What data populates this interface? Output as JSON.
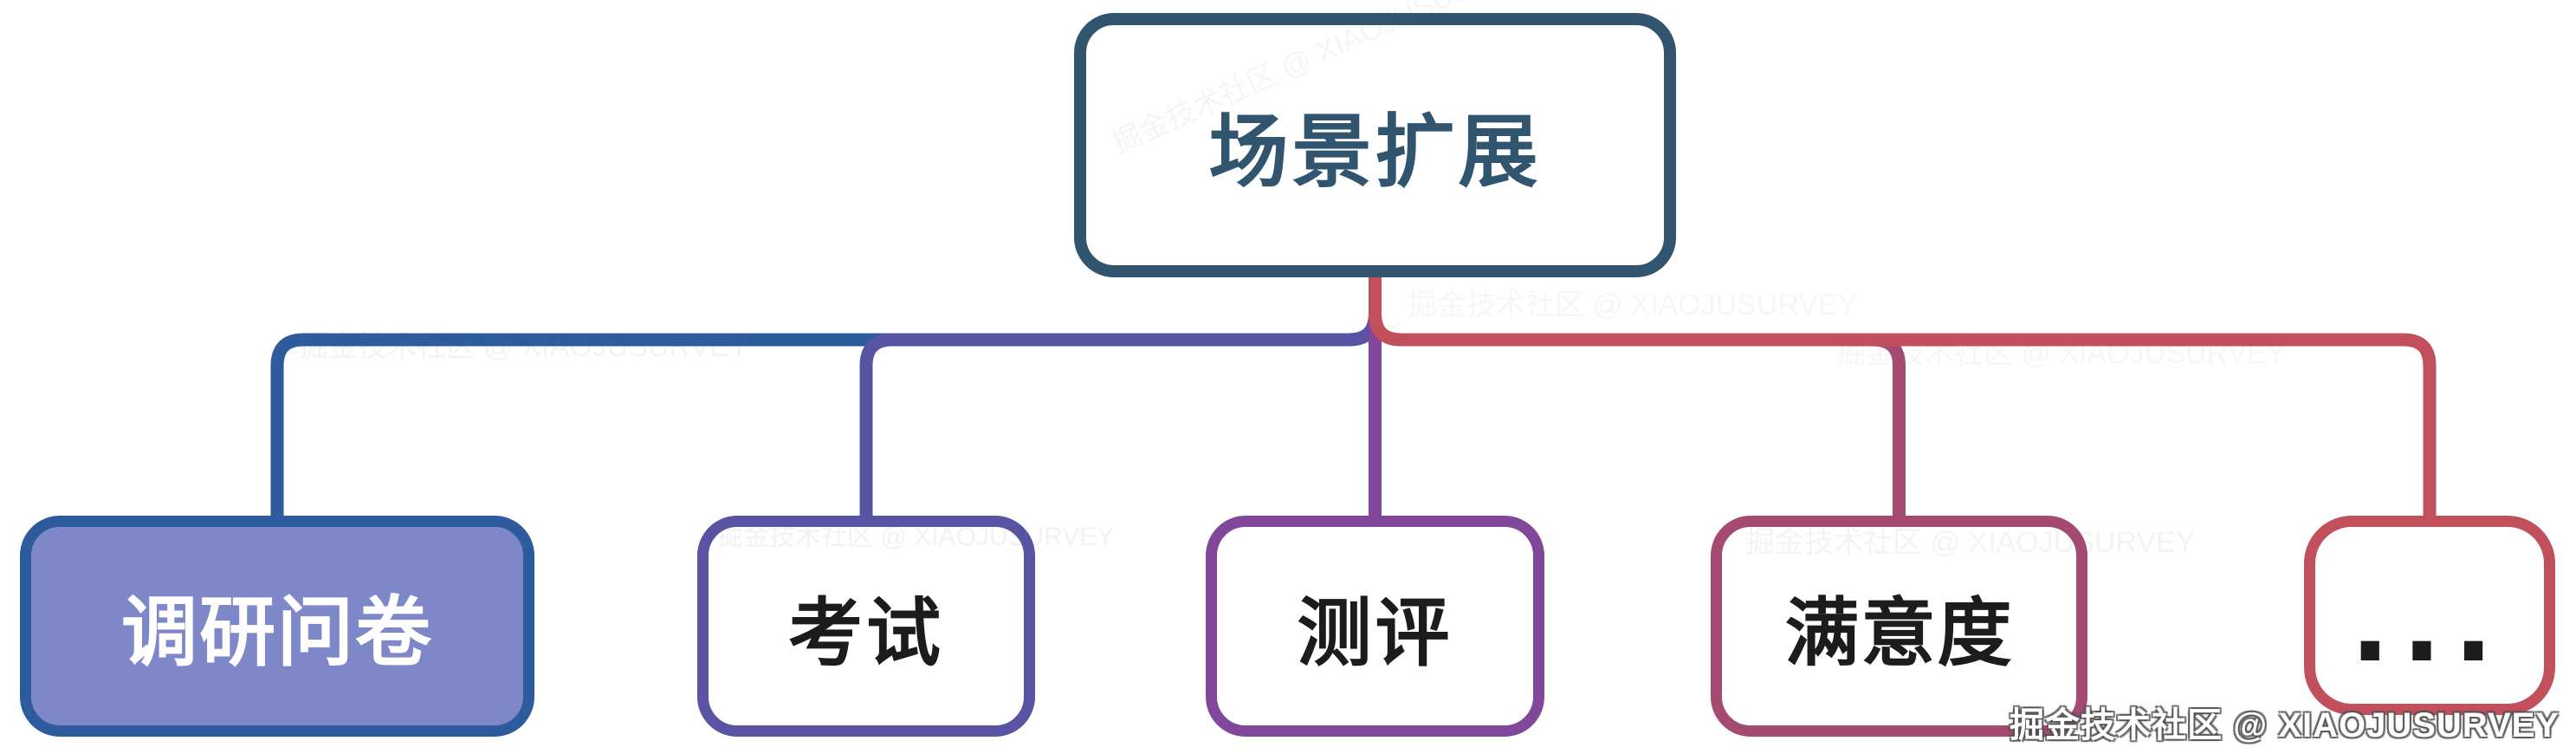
{
  "diagram": {
    "type": "mindmap-tree",
    "root": {
      "label": "场景扩展",
      "color": "#31556F",
      "fill": "#FFFFFF",
      "text_color": "#31556F"
    },
    "children": [
      {
        "label": "调研问卷",
        "color": "#2C5C9E",
        "fill": "#7E88C8",
        "text_color": "#FFFFFF",
        "highlighted": true
      },
      {
        "label": "考试",
        "color": "#5854A3",
        "fill": "#FFFFFF",
        "text_color": "#1C1C1E",
        "highlighted": false
      },
      {
        "label": "测评",
        "color": "#81479A",
        "fill": "#FFFFFF",
        "text_color": "#1C1C1E",
        "highlighted": false
      },
      {
        "label": "满意度",
        "color": "#A54A73",
        "fill": "#FFFFFF",
        "text_color": "#1C1C1E",
        "highlighted": false
      },
      {
        "label": "...",
        "color": "#C2505C",
        "fill": "#FFFFFF",
        "text_color": "#1C1C1E",
        "highlighted": false
      }
    ],
    "trunk_top_color": "#C2505C",
    "background": "#FFFFFF"
  },
  "watermark": {
    "text": "掘金技术社区 @ XIAOJUSURVEY",
    "color": "#FFFFFF"
  }
}
